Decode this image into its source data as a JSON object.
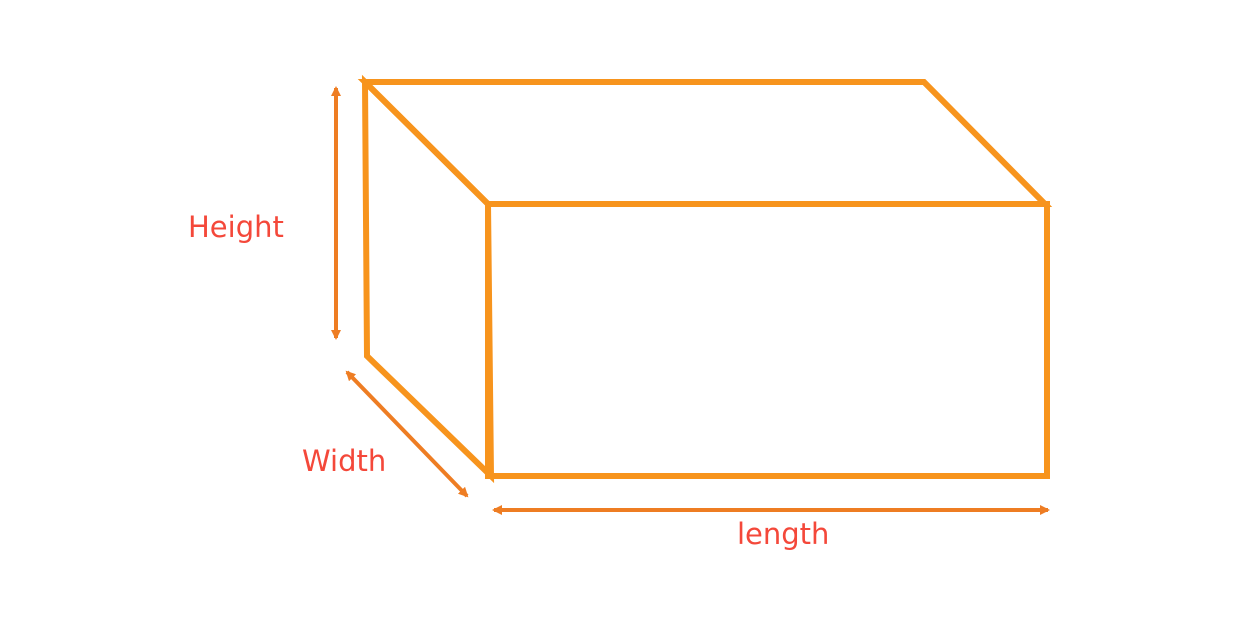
{
  "labels": {
    "height": "Height",
    "width": "Width",
    "length": "length"
  },
  "colors": {
    "box_stroke": "#f7941d",
    "arrow": "#ee7d23",
    "label": "#f4483a"
  }
}
